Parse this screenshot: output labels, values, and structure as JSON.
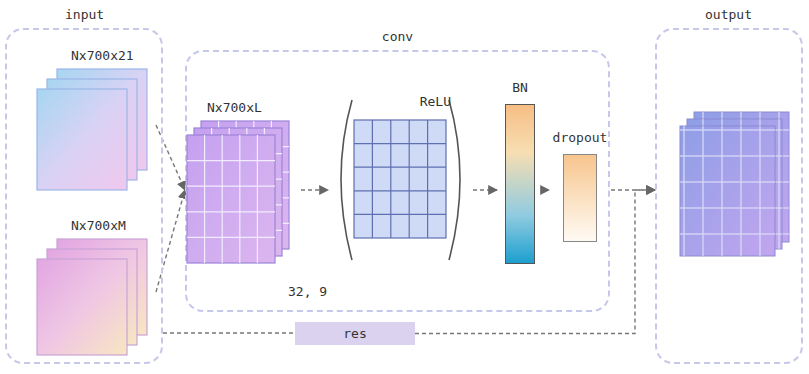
{
  "diagram": {
    "nodes": [
      {
        "text": [
          "input"
        ]
      },
      {
        "text": [
          "Nx700x21"
        ],
        "in": 0
      },
      {
        "text": [
          "Nx700xM"
        ],
        "in": 0
      },
      {
        "text": [
          "conv"
        ]
      },
      {
        "text": [
          "Nx700xL"
        ],
        "in": 3
      },
      {
        "text": [
          "ReLU"
        ],
        "in": 3
      },
      {
        "text": [
          "BN"
        ],
        "in": 3
      },
      {
        "text": [
          "dropout"
        ],
        "in": 3
      },
      {
        "text": [
          "output"
        ]
      },
      {
        "text": [
          "res"
        ]
      }
    ],
    "edges": [
      {
        "from": 1,
        "to": 4,
        "arrow": "to"
      },
      {
        "from": 2,
        "to": 4,
        "arrow": "to"
      },
      {
        "from": 4,
        "to": 5,
        "arrow": "to"
      },
      {
        "from": 5,
        "to": 6,
        "arrow": "to"
      },
      {
        "from": 6,
        "to": 7,
        "arrow": "to"
      },
      {
        "from": 7,
        "to": 8,
        "arrow": "to"
      },
      {
        "from": 0,
        "to": 9,
        "arrow": "none"
      },
      {
        "from": 9,
        "to": 8,
        "arrow": "to"
      }
    ],
    "labels": [
      "32, 9"
    ]
  }
}
